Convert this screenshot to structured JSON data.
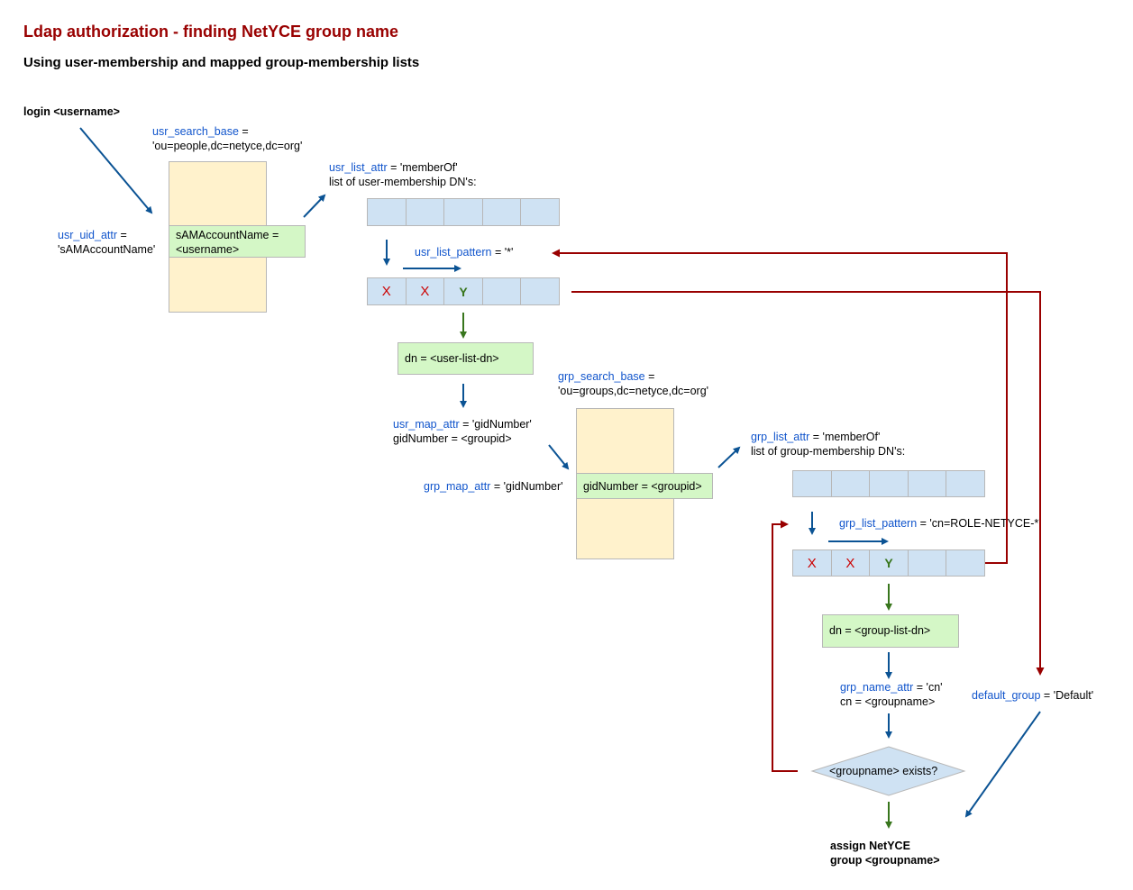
{
  "title": "Ldap authorization - finding NetYCE group name",
  "subtitle": "Using user-membership and mapped group-membership lists",
  "colors": {
    "title": "#990000",
    "key": "#1155cc",
    "flow_blue": "#0b5394",
    "flow_green": "#38761d",
    "flow_red": "#990000",
    "tan": "#fff2cc",
    "green_box": "#d4f7c6",
    "list_blue": "#cfe2f3"
  },
  "login": "login <username>",
  "usr_search_base": {
    "key": "usr_search_base",
    "eq": " =",
    "value": "'ou=people,dc=netyce,dc=org'"
  },
  "usr_uid_attr": {
    "key": "usr_uid_attr",
    "eq": " =",
    "value": "'sAMAccountName'"
  },
  "user_match_box": {
    "line1": "sAMAccountName =",
    "line2": "<username>"
  },
  "usr_list_attr": {
    "key": "usr_list_attr",
    "rest": " = 'memberOf'",
    "line2": "list of user-membership DN's:"
  },
  "user_list_top": {
    "cells": [
      "",
      "",
      "",
      "",
      ""
    ]
  },
  "usr_list_pattern": {
    "key": "usr_list_pattern",
    "rest": " = '*'"
  },
  "user_list_scan": {
    "cells": [
      "X",
      "X",
      "Y",
      "",
      ""
    ]
  },
  "user_dn_box": "dn = <user-list-dn>",
  "usr_map_attr": {
    "key": "usr_map_attr",
    "rest": " = 'gidNumber'",
    "line2": "gidNumber =  <groupid>"
  },
  "grp_search_base": {
    "key": "grp_search_base",
    "eq": " =",
    "value": "'ou=groups,dc=netyce,dc=org'"
  },
  "grp_map_attr": {
    "key": "grp_map_attr",
    "rest": " = 'gidNumber'"
  },
  "group_match_box": "gidNumber = <groupid>",
  "grp_list_attr": {
    "key": "grp_list_attr",
    "rest": " = 'memberOf'",
    "line2": "list of group-membership DN's:"
  },
  "group_list_top": {
    "cells": [
      "",
      "",
      "",
      "",
      ""
    ]
  },
  "grp_list_pattern": {
    "key": "grp_list_pattern",
    "rest": " = 'cn=ROLE-NETYCE-*'"
  },
  "group_list_scan": {
    "cells": [
      "X",
      "X",
      "Y",
      "",
      ""
    ]
  },
  "group_dn_box": "dn = <group-list-dn>",
  "grp_name_attr": {
    "key": "grp_name_attr",
    "rest": " = 'cn'",
    "line2": "cn = <groupname>"
  },
  "decision": "<groupname> exists?",
  "default_group": {
    "key": "default_group",
    "rest": " = 'Default'"
  },
  "assign": {
    "line1": "assign NetYCE",
    "line2": "group <groupname>"
  }
}
